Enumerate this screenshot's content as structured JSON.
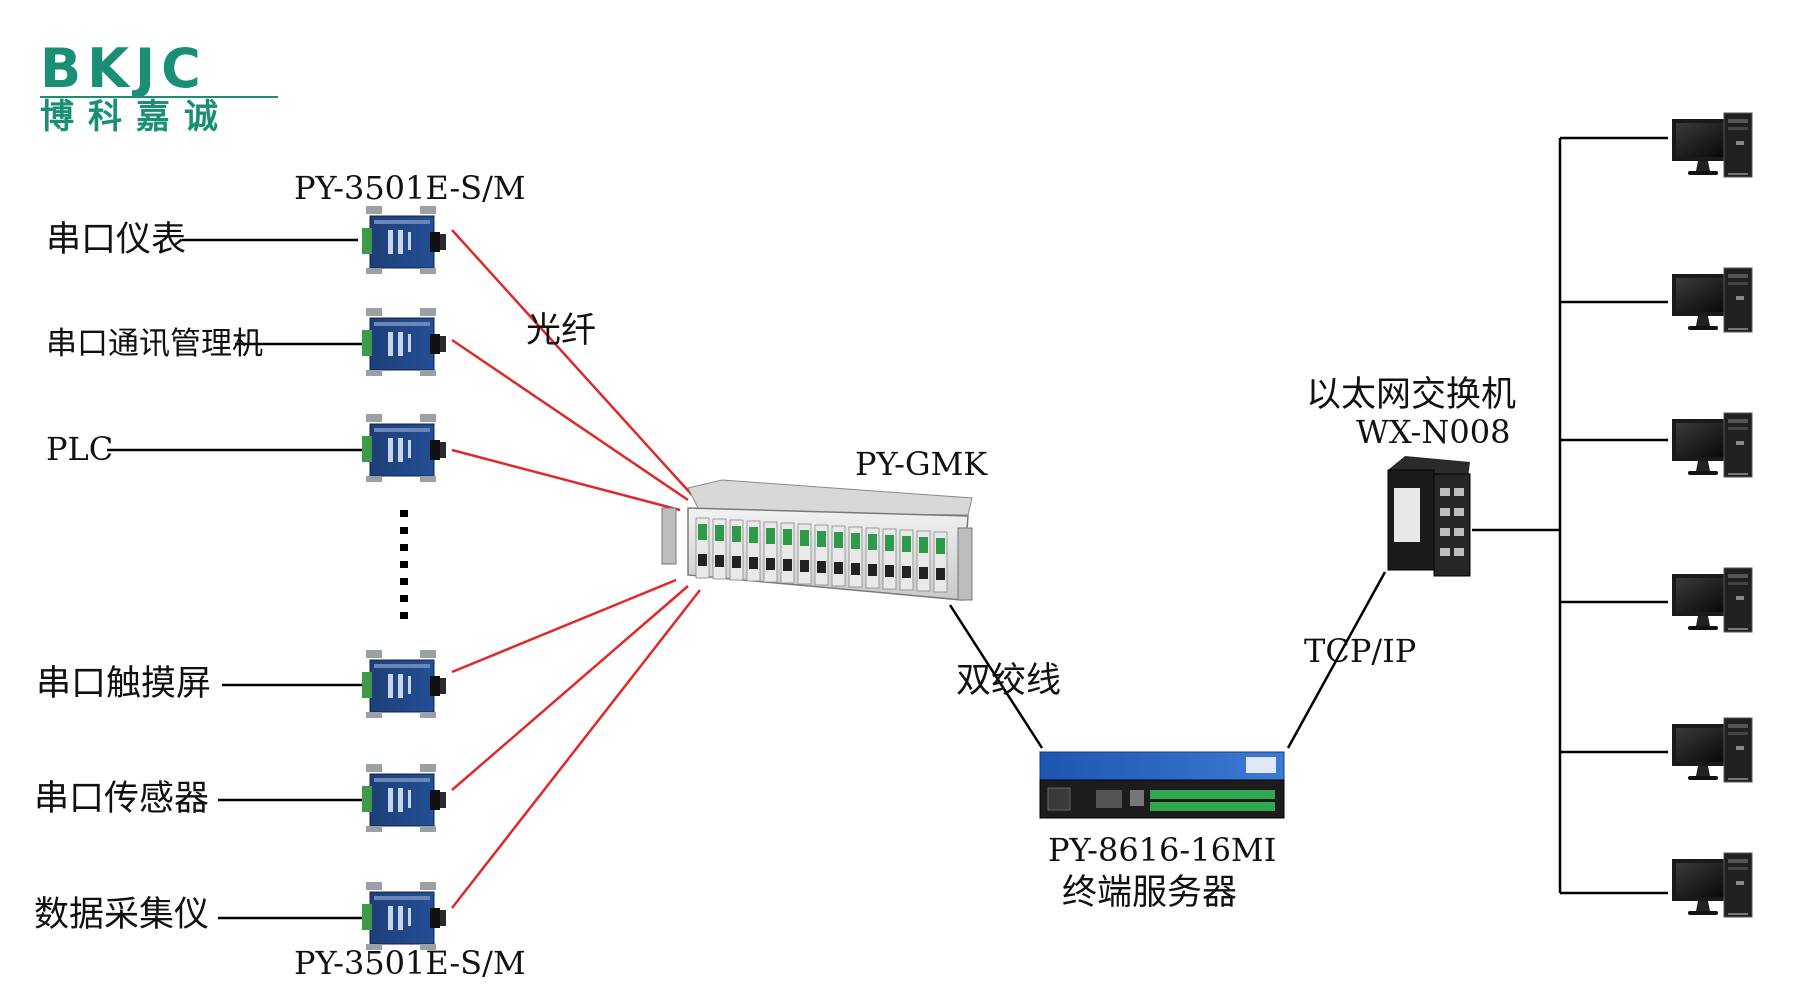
{
  "logo": {
    "latin": "BKJC",
    "cn": "博科嘉诚",
    "color": "#1a8f76"
  },
  "devices": {
    "converter_top_label": "PY-3501E-S/M",
    "converter_bottom_label": "PY-3501E-S/M",
    "chassis_label": "PY-GMK",
    "switch_name": "以太网交换机",
    "switch_model": "WX-N008",
    "server_model": "PY-8616-16MI",
    "server_name": "终端服务器"
  },
  "sources": [
    "串口仪表",
    "串口通讯管理机",
    "PLC",
    "串口触摸屏",
    "串口传感器",
    "数据采集仪"
  ],
  "links": {
    "fiber": "光纤",
    "twisted_pair": "双绞线",
    "tcpip": "TCP/IP",
    "fiber_color": "#e0282a"
  },
  "computers": {
    "count": 6,
    "icon": "desktop-computer-icon"
  }
}
